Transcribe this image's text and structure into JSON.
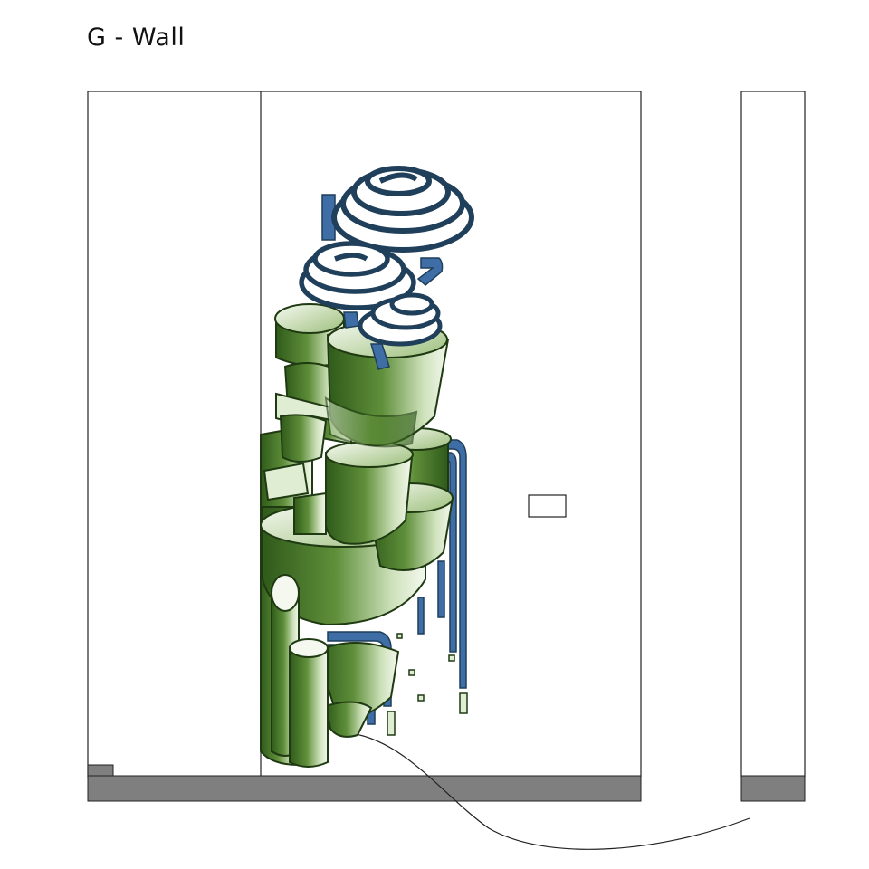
{
  "title": "G - Wall",
  "colors": {
    "line": "#222222",
    "floor": "#7f7f7f",
    "green": "#4f7f2e",
    "green_dark": "#2f5a1a",
    "green_light": "#a9c98a",
    "blue": "#3f6ea6",
    "navy": "#1f3f5a"
  },
  "elements": {
    "wall": "main-wall-panel",
    "door": "door-panel",
    "side_wall": "side-wall-panel",
    "switch": "wall-switch-box",
    "mural": "green-tower-mural",
    "cable": "power-cable"
  }
}
